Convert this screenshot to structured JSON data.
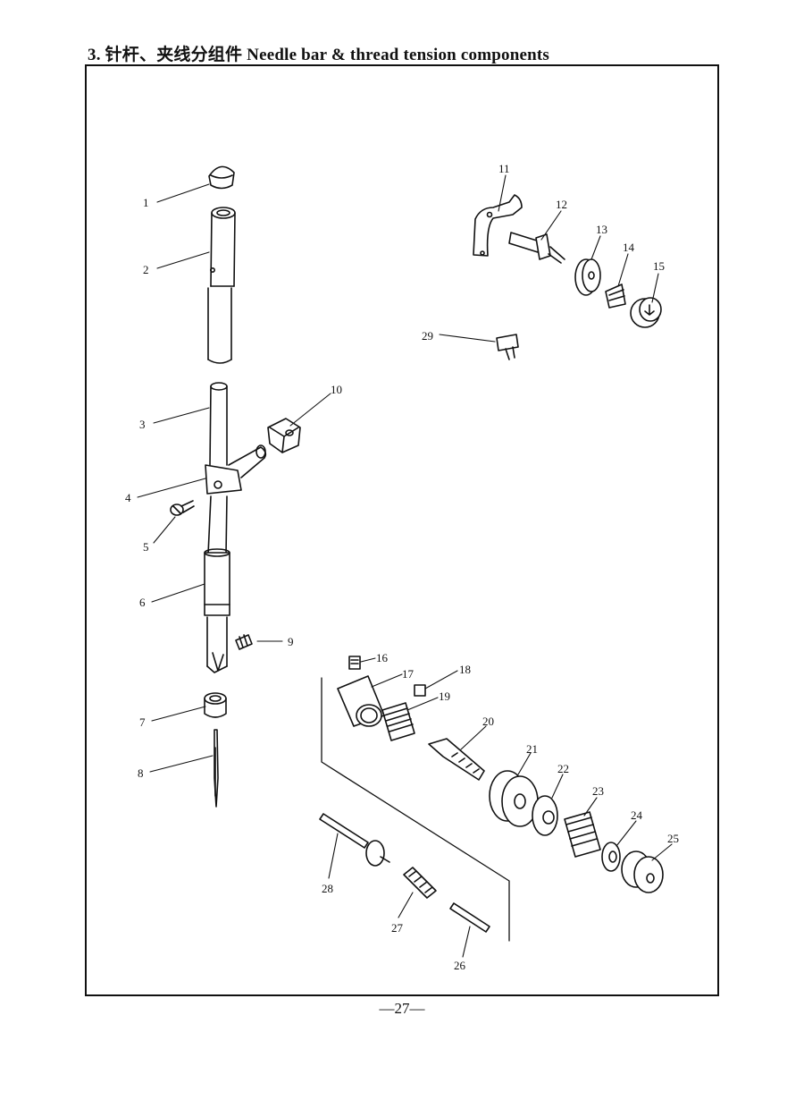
{
  "title": "3. 针杆、夹线分组件 Needle bar & thread tension components",
  "page_number": "—27—",
  "callouts": [
    "1",
    "2",
    "3",
    "4",
    "5",
    "6",
    "7",
    "8",
    "9",
    "10",
    "11",
    "12",
    "13",
    "14",
    "15",
    "16",
    "17",
    "18",
    "19",
    "20",
    "21",
    "22",
    "23",
    "24",
    "25",
    "26",
    "27",
    "28",
    "29"
  ],
  "colors": {
    "ink": "#111111",
    "paper": "#ffffff"
  }
}
